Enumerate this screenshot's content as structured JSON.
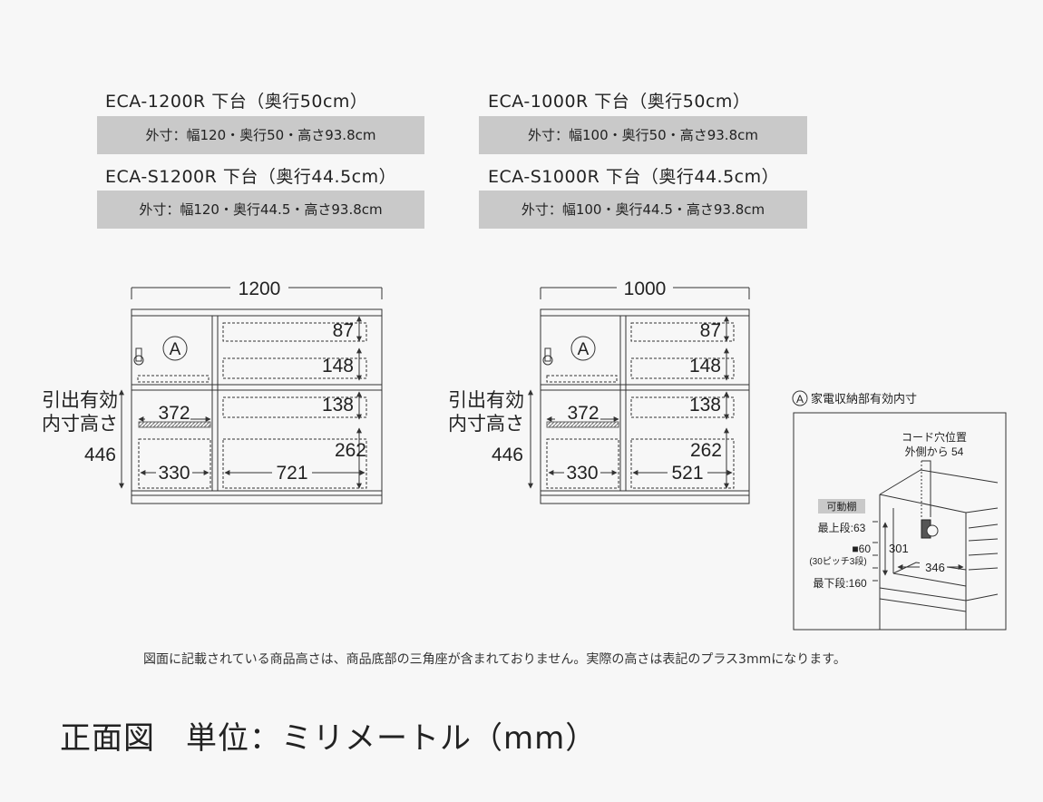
{
  "specs": [
    {
      "title": "ECA-1200R 下台（奥行50cm）",
      "spec": "外寸：幅120・奥行50・高さ93.8cm"
    },
    {
      "title": "ECA-S1200R 下台（奥行44.5cm）",
      "spec": "外寸：幅120・奥行44.5・高さ93.8cm"
    },
    {
      "title": "ECA-1000R 下台（奥行50cm）",
      "spec": "外寸：幅100・奥行50・高さ93.8cm"
    },
    {
      "title": "ECA-S1000R 下台（奥行44.5cm）",
      "spec": "外寸：幅100・奥行44.5・高さ93.8cm"
    }
  ],
  "elev_left": {
    "width": "1200",
    "height_label_1": "引出有効",
    "height_label_2": "内寸高さ",
    "height_value": "446",
    "appliance_mark": "A",
    "d87": "87",
    "d148": "148",
    "d138": "138",
    "d262": "262",
    "d372": "372",
    "d330": "330",
    "d_wide": "721"
  },
  "elev_right": {
    "width": "1000",
    "height_label_1": "引出有効",
    "height_label_2": "内寸高さ",
    "height_value": "446",
    "appliance_mark": "A",
    "d87": "87",
    "d148": "148",
    "d138": "138",
    "d262": "262",
    "d372": "372",
    "d330": "330",
    "d_wide": "521"
  },
  "detail": {
    "mark": "A",
    "caption": "家電収納部有効内寸",
    "cord_1": "コード穴位置",
    "cord_2": "外側から 54",
    "shelf_badge": "可動棚",
    "top_step": "最上段:63",
    "pitch": "■60",
    "pitch_note": "(30ピッチ3段)",
    "bottom_step": "最下段:160",
    "d301": "301",
    "d346": "346"
  },
  "note": "図面に記載されている商品高さは、商品底部の三角座が含まれておりません。実際の高さは表記のプラス3mmになります。",
  "footer": {
    "left": "正面図",
    "right": "単位：ミリメートル（mm）"
  }
}
